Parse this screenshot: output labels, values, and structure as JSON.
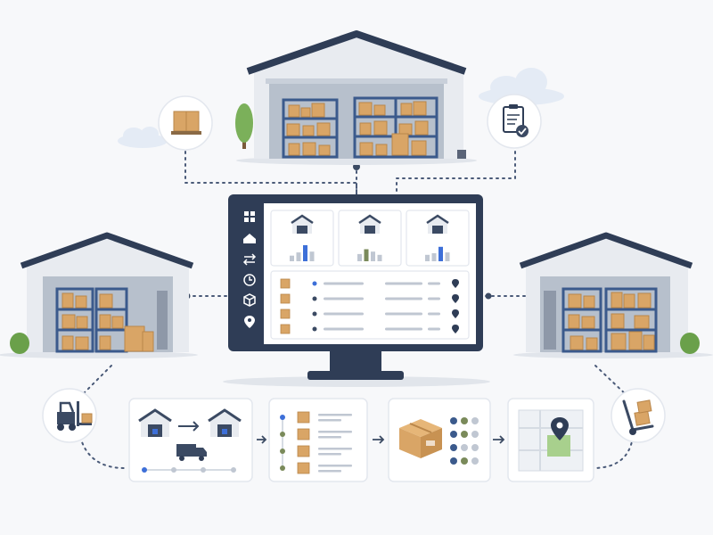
{
  "colors": {
    "background": "#f7f8fa",
    "navy": "#2f3d56",
    "roof": "#3b4a63",
    "wall": "#e8ebf0",
    "interior": "#b7c0cc",
    "shelf": "#3b5a8c",
    "box": "#d9a566",
    "box_dark": "#b9864a",
    "accent_blue": "#3d6fd8",
    "accent_green": "#7a8a5a",
    "line_dots": "#4a5a78",
    "map_green": "#a8d08d"
  },
  "icons": {
    "sidebar": [
      "dashboard-icon",
      "warehouse-icon",
      "transfer-icon",
      "history-icon",
      "package-icon",
      "location-icon"
    ],
    "nodes_top": [
      "package-node-icon",
      "clipboard-check-icon"
    ],
    "nodes_bottom": [
      "forklift-icon",
      "hand-truck-icon"
    ],
    "flow": [
      "warehouse-transfer-card",
      "package-list-card",
      "package-sort-card",
      "map-location-card"
    ]
  },
  "dashboard": {
    "bar_sets": [
      [
        0.35,
        0.55,
        1.0,
        0.6
      ],
      [
        0.45,
        0.75,
        0.6,
        0.4
      ],
      [
        0.4,
        0.5,
        0.9,
        0.55
      ]
    ],
    "list_rows": 4
  }
}
